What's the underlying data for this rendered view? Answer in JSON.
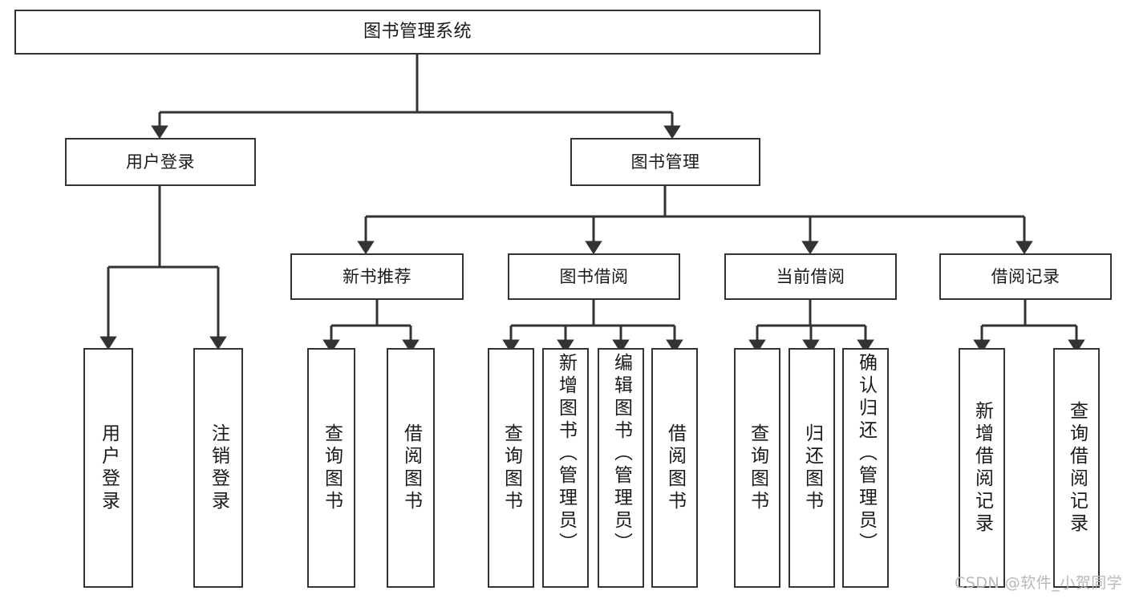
{
  "diagram": {
    "title": "图书管理系统",
    "type": "hierarchy-tree",
    "root": {
      "label": "图书管理系统"
    },
    "level1": [
      {
        "label": "用户登录"
      },
      {
        "label": "图书管理"
      }
    ],
    "level2": [
      {
        "label": "新书推荐"
      },
      {
        "label": "图书借阅"
      },
      {
        "label": "当前借阅"
      },
      {
        "label": "借阅记录"
      }
    ],
    "leaves": {
      "user_login": [
        {
          "label": "用户登录"
        },
        {
          "label": "注销登录"
        }
      ],
      "new_book_recommend": [
        {
          "label": "查询图书"
        },
        {
          "label": "借阅图书"
        }
      ],
      "book_borrow": [
        {
          "label": "查询图书"
        },
        {
          "label": "新增图书（管理员）"
        },
        {
          "label": "编辑图书（管理员）"
        },
        {
          "label": "借阅图书"
        }
      ],
      "current_borrow": [
        {
          "label": "查询图书"
        },
        {
          "label": "归还图书"
        },
        {
          "label": "确认归还（管理员）"
        }
      ],
      "borrow_record": [
        {
          "label": "新增借阅记录"
        },
        {
          "label": "查询借阅记录"
        }
      ]
    }
  },
  "watermark": {
    "text": "CSDN @软件_小贺同学"
  },
  "colors": {
    "box_border": "#333333",
    "box_fill": "#ffffff",
    "edge": "#333333",
    "text": "#1a1a1a",
    "watermark": "#b8b8b8"
  }
}
